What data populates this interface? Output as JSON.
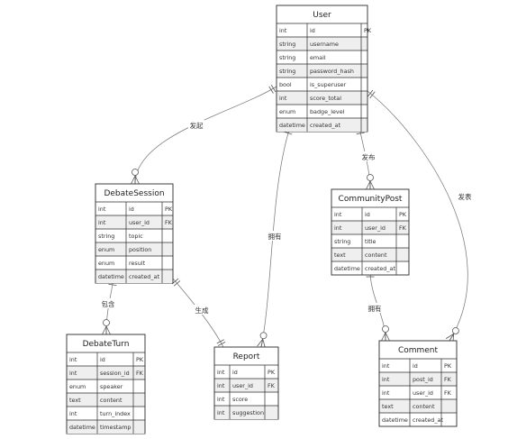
{
  "entities": [
    {
      "id": "user",
      "name": "User",
      "rows": [
        [
          "int",
          "id",
          "PK"
        ],
        [
          "string",
          "username",
          ""
        ],
        [
          "string",
          "email",
          ""
        ],
        [
          "string",
          "password_hash",
          ""
        ],
        [
          "bool",
          "is_superuser",
          ""
        ],
        [
          "int",
          "score_total",
          ""
        ],
        [
          "enum",
          "badge_level",
          ""
        ],
        [
          "datetime",
          "created_at",
          ""
        ]
      ]
    },
    {
      "id": "debate_session",
      "name": "DebateSession",
      "rows": [
        [
          "int",
          "id",
          "PK"
        ],
        [
          "int",
          "user_id",
          "FK"
        ],
        [
          "string",
          "topic",
          ""
        ],
        [
          "enum",
          "position",
          ""
        ],
        [
          "enum",
          "result",
          ""
        ],
        [
          "datetime",
          "created_at",
          ""
        ]
      ]
    },
    {
      "id": "community_post",
      "name": "CommunityPost",
      "rows": [
        [
          "int",
          "id",
          "PK"
        ],
        [
          "int",
          "user_id",
          "FK"
        ],
        [
          "string",
          "title",
          ""
        ],
        [
          "text",
          "content",
          ""
        ],
        [
          "datetime",
          "created_at",
          ""
        ]
      ]
    },
    {
      "id": "debate_turn",
      "name": "DebateTurn",
      "rows": [
        [
          "int",
          "id",
          "PK"
        ],
        [
          "int",
          "session_id",
          "FK"
        ],
        [
          "enum",
          "speaker",
          ""
        ],
        [
          "text",
          "content",
          ""
        ],
        [
          "int",
          "turn_index",
          ""
        ],
        [
          "datetime",
          "timestamp",
          ""
        ]
      ]
    },
    {
      "id": "report",
      "name": "Report",
      "rows": [
        [
          "int",
          "id",
          "PK"
        ],
        [
          "int",
          "user_id",
          "FK"
        ],
        [
          "int",
          "score",
          ""
        ],
        [
          "int",
          "suggestion",
          ""
        ]
      ]
    },
    {
      "id": "comment",
      "name": "Comment",
      "rows": [
        [
          "int",
          "id",
          "PK"
        ],
        [
          "int",
          "post_id",
          "FK"
        ],
        [
          "int",
          "user_id",
          "FK"
        ],
        [
          "text",
          "content",
          ""
        ],
        [
          "datetime",
          "created_at",
          ""
        ]
      ]
    }
  ],
  "relationships": [
    {
      "id": "user-debatesession",
      "label": "发起"
    },
    {
      "id": "user-communitypost",
      "label": "发布"
    },
    {
      "id": "user-report",
      "label": "拥有"
    },
    {
      "id": "user-comment",
      "label": "发表"
    },
    {
      "id": "debatesession-debateturn",
      "label": "包含"
    },
    {
      "id": "debatesession-report",
      "label": "生成"
    },
    {
      "id": "communitypost-comment",
      "label": "拥有"
    }
  ]
}
